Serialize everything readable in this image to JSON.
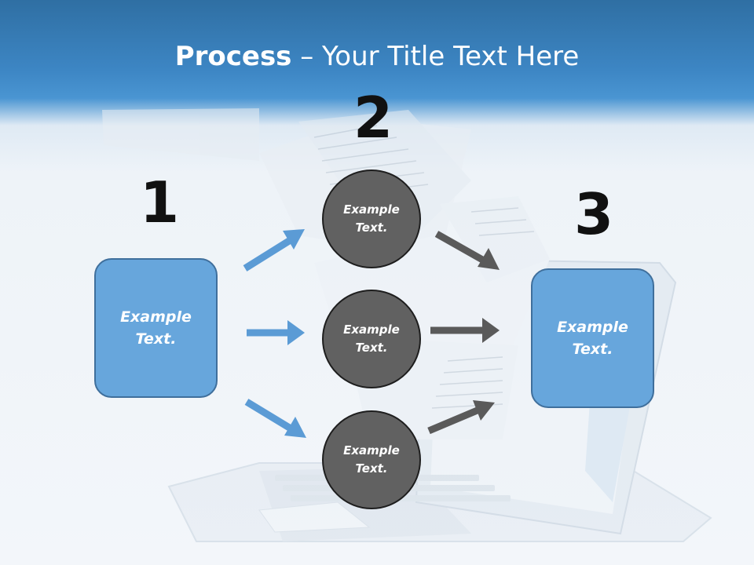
{
  "title": {
    "bold": "Process",
    "rest": " – Your Title Text Here"
  },
  "steps": {
    "one": "1",
    "two": "2",
    "three": "3"
  },
  "left_box": {
    "text": "Example\nText."
  },
  "right_box": {
    "text": "Example\nText."
  },
  "circles": [
    {
      "text": "Example\nText."
    },
    {
      "text": "Example\nText."
    },
    {
      "text": "Example\nText."
    }
  ],
  "colors": {
    "header": "#3d86c4",
    "box": "#67a6dc",
    "circle": "#616161",
    "blue_arrow": "#5b9bd5",
    "gray_arrow": "#5a5a5a"
  }
}
